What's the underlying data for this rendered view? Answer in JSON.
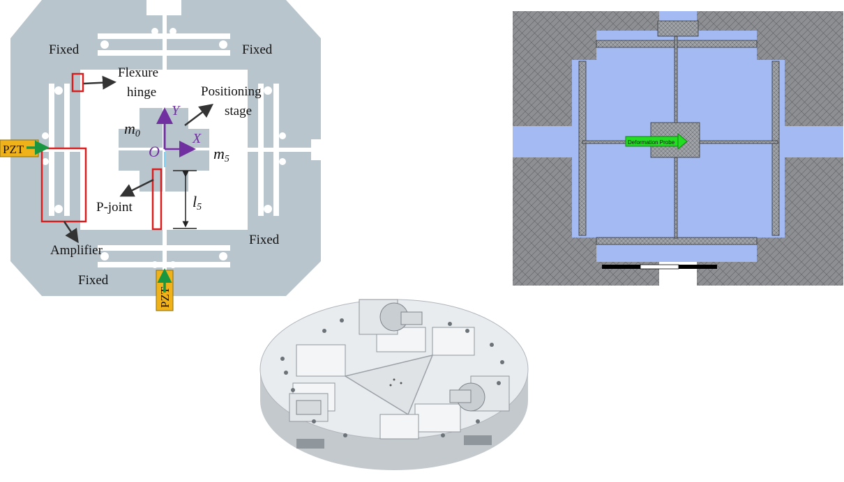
{
  "schematic": {
    "labels": {
      "fixed_tl": "Fixed",
      "fixed_tr": "Fixed",
      "fixed_br": "Fixed",
      "fixed_bl": "Fixed",
      "flexure_hinge_1": "Flexure",
      "flexure_hinge_2": "hinge",
      "positioning_stage_1": "Positioning",
      "positioning_stage_2": "stage",
      "mass_m0_base": "m",
      "mass_m0_sub": "0",
      "mass_m5_base": "m",
      "mass_m5_sub": "5",
      "axis_x": "X",
      "axis_y": "Y",
      "origin": "O",
      "pjoint": "P-joint",
      "length_base": "l",
      "length_sub": "5",
      "amplifier": "Amplifier",
      "pzt_left": "PZT",
      "pzt_bottom": "PZT"
    },
    "colors": {
      "body": "#b8c5cc",
      "highlight": "#d81e1e",
      "axis": "#7030a0",
      "pzt": "#f0b21a",
      "pzt_arrow": "#1a9641"
    }
  },
  "fea": {
    "probe_label": "Deformation Probe",
    "colors": {
      "mesh_bg": "#8d8f92",
      "stage": "#a4baf3",
      "probe": "#22dd22"
    }
  },
  "render3d": {
    "colors": {
      "body": "#e9ecef",
      "shadow": "#c4c9ce"
    }
  }
}
